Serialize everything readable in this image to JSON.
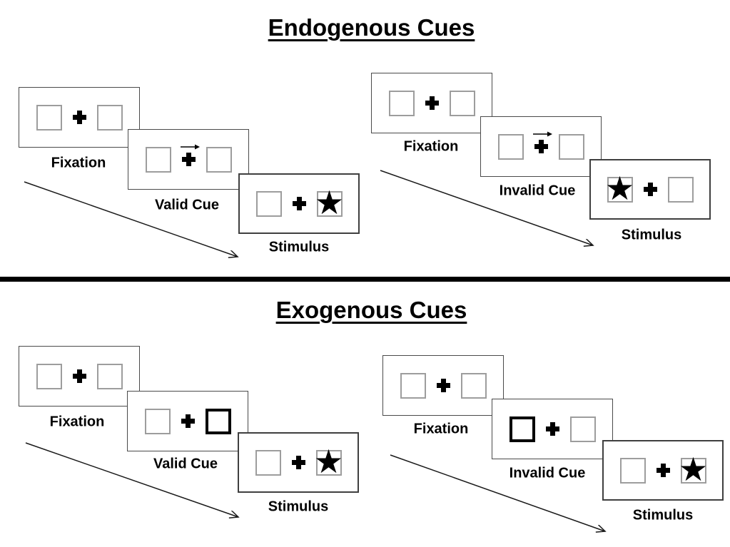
{
  "colors": {
    "ink": "#000000",
    "panel-border": "#4a4a4a",
    "box-border": "#9d9d9d",
    "background": "#ffffff"
  },
  "symbols": {
    "star": "★"
  },
  "sections": [
    {
      "title": "Endogenous Cues",
      "groups": [
        {
          "panels": [
            {
              "label": "Fixation"
            },
            {
              "label": "Valid Cue"
            },
            {
              "label": "Stimulus"
            }
          ]
        },
        {
          "panels": [
            {
              "label": "Fixation"
            },
            {
              "label": "Invalid Cue"
            },
            {
              "label": "Stimulus"
            }
          ]
        }
      ]
    },
    {
      "title": "Exogenous Cues",
      "groups": [
        {
          "panels": [
            {
              "label": "Fixation"
            },
            {
              "label": "Valid Cue"
            },
            {
              "label": "Stimulus"
            }
          ]
        },
        {
          "panels": [
            {
              "label": "Fixation"
            },
            {
              "label": "Invalid Cue"
            },
            {
              "label": "Stimulus"
            }
          ]
        }
      ]
    }
  ]
}
